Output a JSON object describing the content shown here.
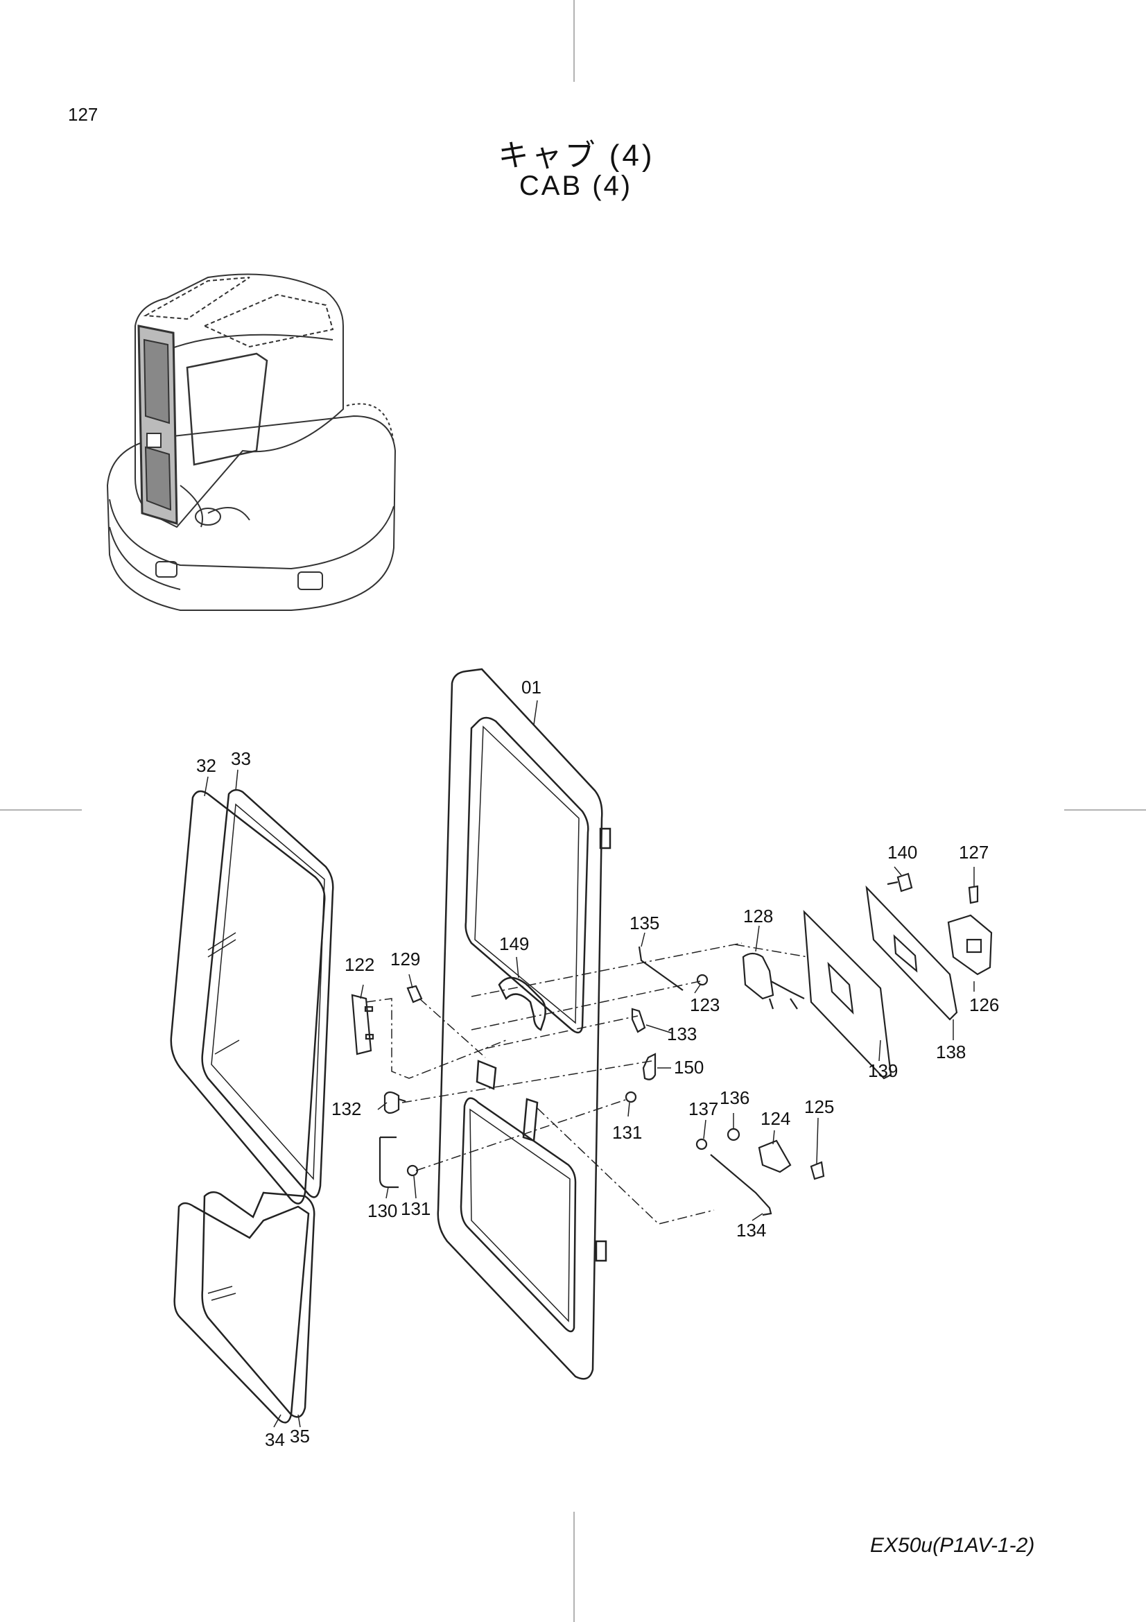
{
  "page_number": "127",
  "title": {
    "japanese": "キャブ (4)",
    "english": "CAB (4)"
  },
  "document_code": "EX50u(P1AV-1-2)",
  "callouts": {
    "p01": "01",
    "p32": "32",
    "p33": "33",
    "p34": "34",
    "p35": "35",
    "p122": "122",
    "p123": "123",
    "p124": "124",
    "p125": "125",
    "p126": "126",
    "p127": "127",
    "p128": "128",
    "p129": "129",
    "p130": "130",
    "p131a": "131",
    "p131b": "131",
    "p132": "132",
    "p133": "133",
    "p134": "134",
    "p135": "135",
    "p136": "136",
    "p137": "137",
    "p138": "138",
    "p139": "139",
    "p140": "140",
    "p149": "149",
    "p150": "150"
  }
}
